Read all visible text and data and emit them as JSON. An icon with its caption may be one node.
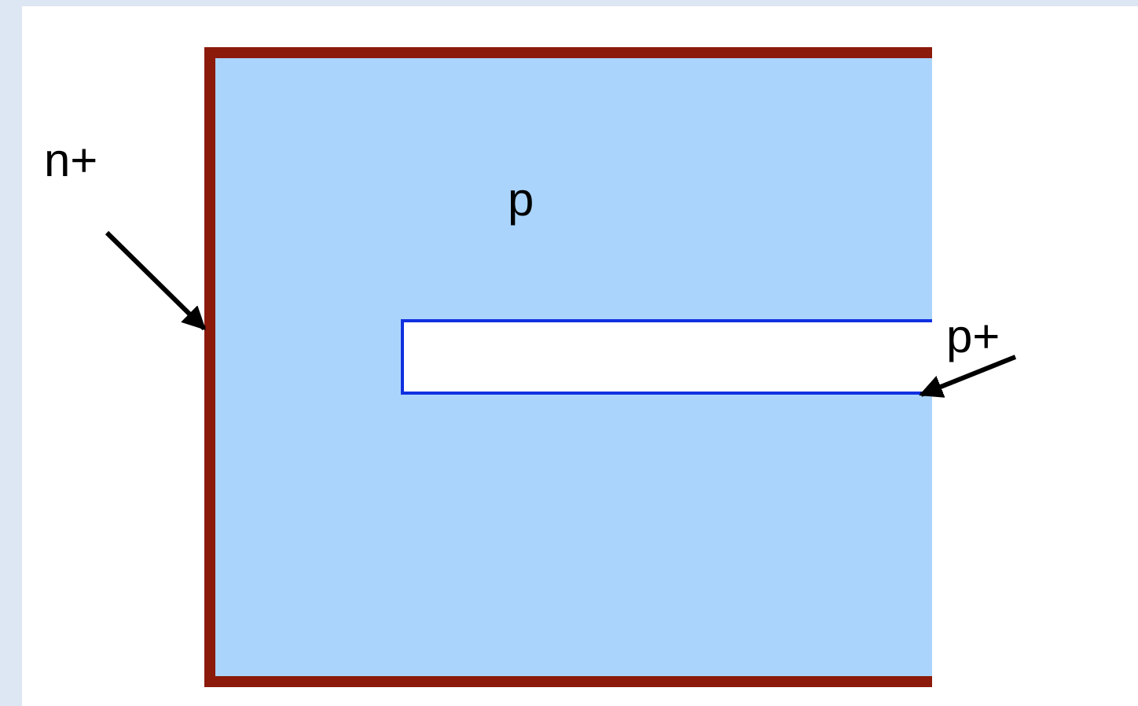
{
  "diagram": {
    "nodes": [
      {
        "text": [
          "n+"
        ]
      },
      {
        "text": [],
        "shape": "box"
      },
      {
        "text": [
          "p"
        ],
        "in": 1
      },
      {
        "text": [
          "p+"
        ]
      },
      {
        "text": [],
        "shape": "bar",
        "in": 2
      }
    ],
    "edges": [
      {
        "from": 0,
        "to": 1,
        "arrow": "to"
      },
      {
        "from": 3,
        "to": 4,
        "arrow": "to"
      }
    ]
  }
}
